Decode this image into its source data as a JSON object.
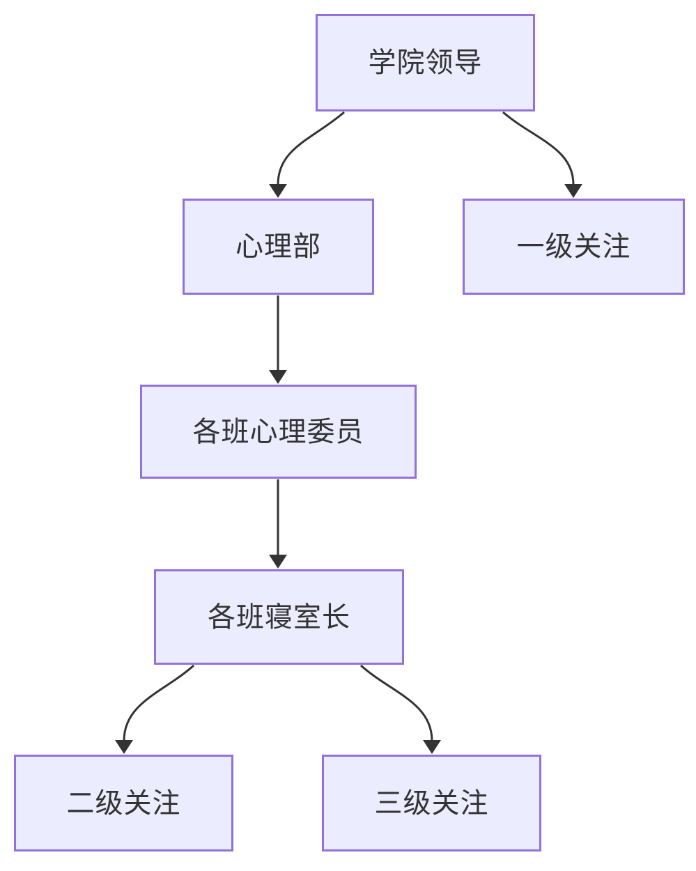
{
  "diagram": {
    "type": "flowchart",
    "direction": "top-down",
    "background_color": "#ffffff",
    "node_fill_color": "#ECECFF",
    "node_border_color": "#9370DB",
    "text_color": "#333333",
    "edge_color": "#333333",
    "nodes": [
      {
        "id": "college-leadership",
        "label": "学院领导"
      },
      {
        "id": "psychology-department",
        "label": "心理部"
      },
      {
        "id": "level-1-attention",
        "label": "一级关注"
      },
      {
        "id": "class-psych-committee-members",
        "label": "各班心理委员"
      },
      {
        "id": "class-dorm-leaders",
        "label": "各班寝室长"
      },
      {
        "id": "level-2-attention",
        "label": "二级关注"
      },
      {
        "id": "level-3-attention",
        "label": "三级关注"
      }
    ],
    "edges": [
      {
        "from": "学院领导",
        "to": "心理部"
      },
      {
        "from": "学院领导",
        "to": "一级关注"
      },
      {
        "from": "心理部",
        "to": "各班心理委员"
      },
      {
        "from": "各班心理委员",
        "to": "各班寝室长"
      },
      {
        "from": "各班寝室长",
        "to": "二级关注"
      },
      {
        "from": "各班寝室长",
        "to": "三级关注"
      }
    ]
  }
}
